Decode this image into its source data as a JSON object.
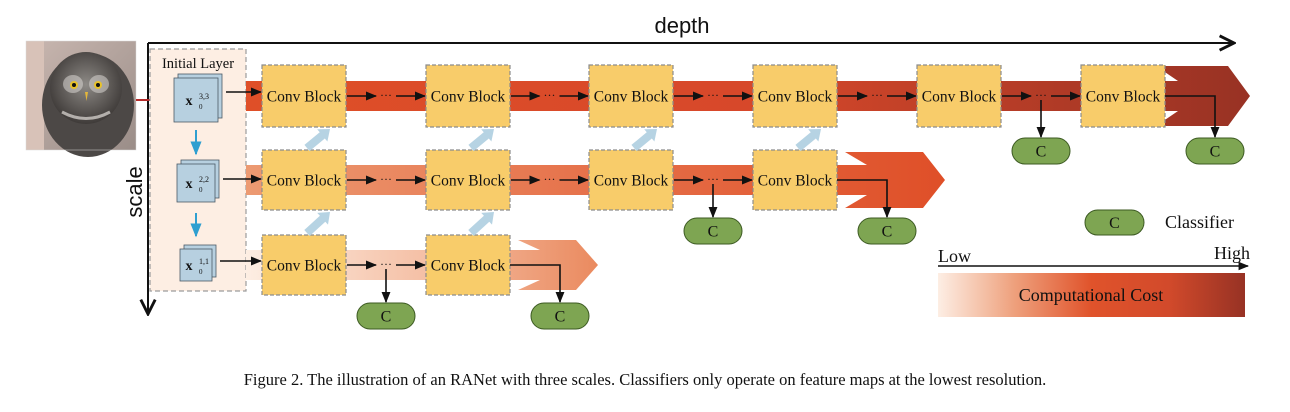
{
  "figure": {
    "axes": {
      "depth_label": "depth",
      "scale_label": "scale"
    },
    "input_image": {
      "subject": "owl photo"
    },
    "initial_layer": {
      "title": "Initial Layer",
      "feature_maps": [
        {
          "base": "x",
          "sup": "3,3",
          "sub": "0"
        },
        {
          "base": "x",
          "sup": "2,2",
          "sub": "0"
        },
        {
          "base": "x",
          "sup": "1,1",
          "sub": "0"
        }
      ]
    },
    "block_label": "Conv Block",
    "ellipsis": "···",
    "classifier_label": "C",
    "rows": [
      {
        "scale": 3,
        "blocks": 6,
        "classifiers_after_block": [
          5,
          6
        ]
      },
      {
        "scale": 2,
        "blocks": 4,
        "classifiers_after_block": [
          3,
          4
        ]
      },
      {
        "scale": 1,
        "blocks": 2,
        "classifiers_after_block": [
          1,
          2
        ]
      }
    ],
    "legend": {
      "classifier_symbol": "C",
      "classifier_text": "Classifier",
      "cost_low": "Low",
      "cost_high": "High",
      "cost_label": "Computational Cost"
    },
    "colors": {
      "block_fill": "#f8cc6a",
      "block_border": "#8c8c8c",
      "classifier_fill": "#7ea552",
      "classifier_border": "#3c5a22",
      "feature_map_fill": "#b7d0e0",
      "initial_layer_fill": "#fdeee3",
      "cross_scale_arrow": "#b6d3e3",
      "down_arrow": "#2f9fd0",
      "input_arrow": "#b52a2a",
      "cost_low": "#fbe1d0",
      "cost_mid": "#e0532b",
      "cost_high": "#9a3324"
    },
    "caption": "Figure 2. The illustration of an RANet with three scales. Classifiers only operate on feature maps at the lowest resolution."
  }
}
